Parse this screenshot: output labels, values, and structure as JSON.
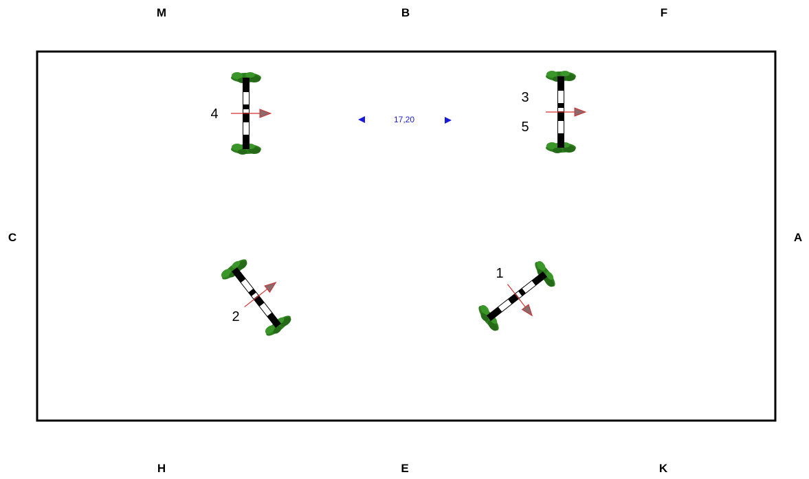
{
  "arena_letters": {
    "top": [
      "M",
      "B",
      "F"
    ],
    "bottom": [
      "H",
      "E",
      "K"
    ],
    "left": "C",
    "right": "A"
  },
  "jumps": [
    {
      "number": "1"
    },
    {
      "number": "2"
    },
    {
      "number": "3"
    },
    {
      "number": "4"
    },
    {
      "number": "5"
    }
  ],
  "distance": {
    "label": "17,20"
  },
  "colors": {
    "arena_border": "#000000",
    "pole_dark": "#000000",
    "pole_light": "#ffffff",
    "wing_foliage": "#2e7d1e",
    "direction_arrow": "#d32f2f",
    "distance_marker": "#1a1adc"
  }
}
